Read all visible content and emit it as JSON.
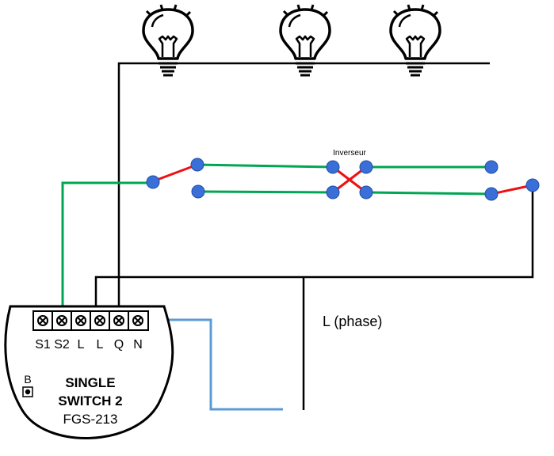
{
  "labels": {
    "inverter": "Inverseur",
    "phase": "L (phase)"
  },
  "module": {
    "name_line1": "SINGLE",
    "name_line2": "SWITCH 2",
    "model": "FGS-213",
    "button": "B",
    "terminals": [
      "S1",
      "S2",
      "L",
      "L",
      "Q",
      "N"
    ]
  },
  "colors": {
    "green_wire": "#00a651",
    "red_contact": "#ee1111",
    "blue_wire": "#5b9bd5",
    "terminal_dot": "#3a6fd8",
    "black_wire": "#000000"
  },
  "icons": [
    "light-bulb-icon",
    "light-bulb-icon",
    "light-bulb-icon"
  ]
}
